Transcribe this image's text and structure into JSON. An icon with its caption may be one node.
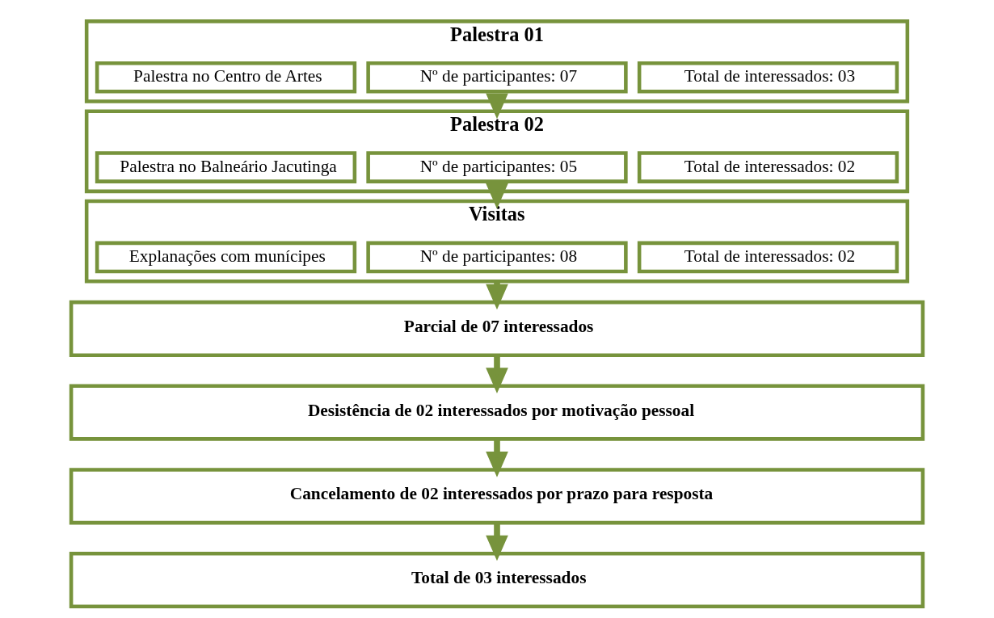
{
  "diagram": {
    "nodes": [
      {
        "text": [
          "Palestra 01"
        ]
      },
      {
        "text": [
          "Palestra no Centro de Artes"
        ],
        "in": 0
      },
      {
        "text": [
          "Nº de participantes: 07"
        ],
        "in": 0
      },
      {
        "text": [
          "Total de interessados: 03"
        ],
        "in": 0
      },
      {
        "text": [
          "Palestra 02"
        ]
      },
      {
        "text": [
          "Palestra no Balneário Jacutinga"
        ],
        "in": 4
      },
      {
        "text": [
          "Nº de participantes: 05"
        ],
        "in": 4
      },
      {
        "text": [
          "Total de interessados: 02"
        ],
        "in": 4
      },
      {
        "text": [
          "Visitas"
        ]
      },
      {
        "text": [
          "Explanações com munícipes"
        ],
        "in": 8
      },
      {
        "text": [
          "Nº de participantes: 08"
        ],
        "in": 8
      },
      {
        "text": [
          "Total de interessados: 02"
        ],
        "in": 8
      },
      {
        "text": [
          "Parcial de 07 interessados"
        ]
      },
      {
        "text": [
          "Desistência de 02 interessados por motivação pessoal"
        ]
      },
      {
        "text": [
          "Cancelamento de 02 interessados por prazo para resposta"
        ]
      },
      {
        "text": [
          "Total de 03 interessados"
        ]
      }
    ],
    "edges": [
      {
        "from": 0,
        "to": 4,
        "arrow": "to"
      },
      {
        "from": 4,
        "to": 8,
        "arrow": "to"
      },
      {
        "from": 8,
        "to": 12,
        "arrow": "to"
      },
      {
        "from": 12,
        "to": 13,
        "arrow": "to"
      },
      {
        "from": 13,
        "to": 14,
        "arrow": "to"
      },
      {
        "from": 14,
        "to": 15,
        "arrow": "to"
      }
    ]
  }
}
